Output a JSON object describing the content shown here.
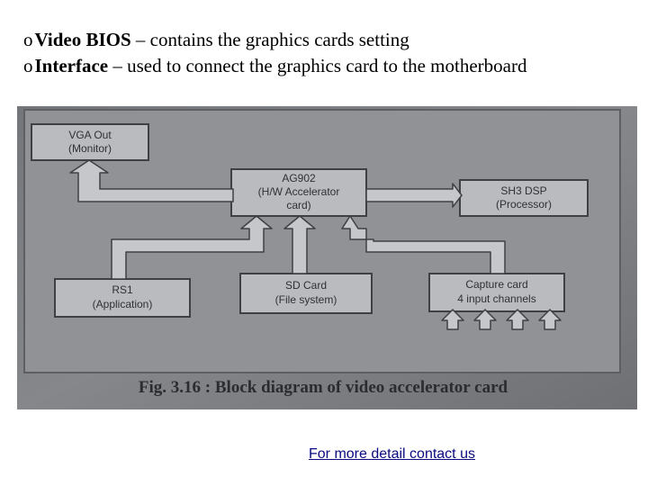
{
  "bullets": [
    {
      "marker": "o",
      "term": "Video BIOS",
      "text": " – contains the graphics cards setting"
    },
    {
      "marker": "o",
      "term": "Interface",
      "text": " –  used to connect the graphics card to the motherboard"
    }
  ],
  "diagram": {
    "blocks": {
      "vga": {
        "line1": "VGA Out",
        "line2": "(Monitor)"
      },
      "ag902": {
        "line1": "AG902",
        "line2": "(H/W Accelerator",
        "line3": "card)"
      },
      "sh3": {
        "line1": "SH3 DSP",
        "line2": "(Processor)"
      },
      "rs1": {
        "line1": "RS1",
        "line2": "(Application)"
      },
      "sd": {
        "line1": "SD Card",
        "line2": "(File system)"
      },
      "capture": {
        "line1": "Capture card",
        "line2": "4 input channels"
      }
    },
    "caption": "Fig. 3.16 : Block diagram of video accelerator card"
  },
  "footer": {
    "link": "For more detail contact us"
  }
}
